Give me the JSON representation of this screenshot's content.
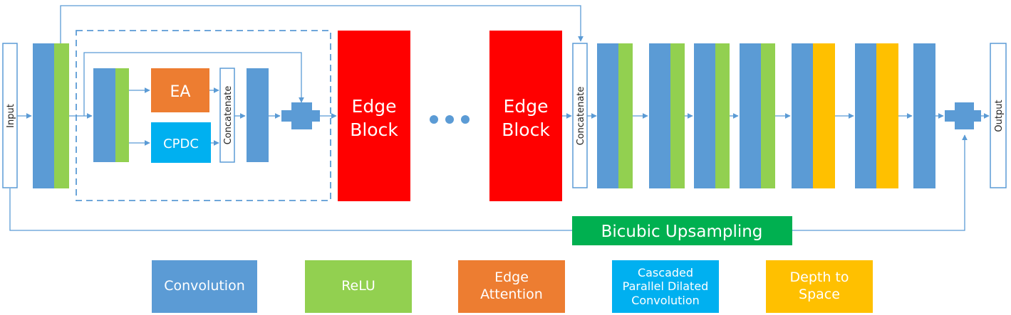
{
  "colors": {
    "convolution": "#5b9bd5",
    "relu": "#92d050",
    "edge_attention": "#ed7d31",
    "cpdc": "#00b0f0",
    "depth_to_space": "#ffc000",
    "edge_block": "#ff0000",
    "upsampling": "#00b050",
    "line": "#5b9bd5"
  },
  "labels": {
    "input": "Input",
    "output": "Output",
    "ea": "EA",
    "cpdc": "CPDC",
    "concat_inner": "Concatenate",
    "concat_outer": "Concatenate",
    "edge_block_1_line1": "Edge",
    "edge_block_1_line2": "Block",
    "edge_block_2_line1": "Edge",
    "edge_block_2_line2": "Block",
    "upsampling": "Bicubic Upsampling"
  },
  "legend": [
    {
      "text": [
        "Convolution"
      ],
      "color": "#5b9bd5"
    },
    {
      "text": [
        "ReLU"
      ],
      "color": "#92d050"
    },
    {
      "text": [
        "Edge",
        "Attention"
      ],
      "color": "#ed7d31"
    },
    {
      "text": [
        "Cascaded",
        "Parallel Dilated",
        "Convolution"
      ],
      "color": "#00b0f0"
    },
    {
      "text": [
        "Depth to",
        "Space"
      ],
      "color": "#ffc000"
    }
  ]
}
